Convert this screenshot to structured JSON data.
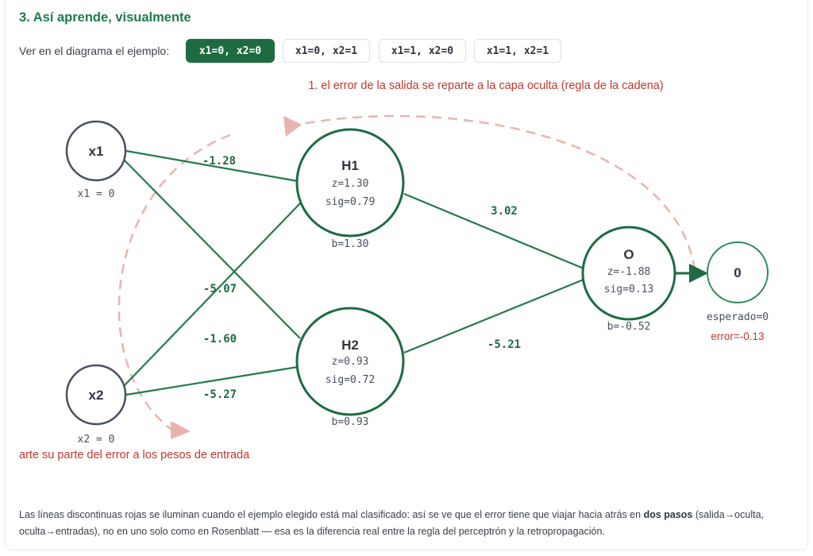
{
  "title": "3. Así aprende, visualmente",
  "selector": {
    "label": "Ver en el diagrama el ejemplo:",
    "examples": [
      "x1=0, x2=0",
      "x1=0, x2=1",
      "x1=1, x2=0",
      "x1=1, x2=1"
    ],
    "active_index": 0
  },
  "annotations": {
    "top": "1. el error de la salida se reparte a la capa oculta (regla de la cadena)",
    "bottom": "arte su parte del error a los pesos de entrada"
  },
  "nodes": {
    "x1": {
      "label": "x1",
      "value": "x1 = 0"
    },
    "x2": {
      "label": "x2",
      "value": "x2 = 0"
    },
    "h1": {
      "label": "H1",
      "z": "z=1.30",
      "sig": "sig=0.79",
      "bias": "b=1.30"
    },
    "h2": {
      "label": "H2",
      "z": "z=0.93",
      "sig": "sig=0.72",
      "bias": "b=0.93"
    },
    "o": {
      "label": "O",
      "z": "z=-1.88",
      "sig": "sig=0.13",
      "bias": "b=-0.52"
    },
    "target": {
      "label": "0",
      "expected": "esperado=0",
      "error": "error=-0.13"
    }
  },
  "weights": {
    "x1_h1": "-1.28",
    "x2_h1": "-5.07",
    "x1_h2": "-1.60",
    "x2_h2": "-5.27",
    "h1_o": "3.02",
    "h2_o": "-5.21"
  },
  "colors": {
    "accent": "#1e6b42",
    "edge": "#237a4b",
    "input_ring": "#4a5060",
    "error": "#c0392b",
    "dashed": "#eab3ad"
  },
  "footer": {
    "part1": "Las líneas discontinuas rojas se iluminan cuando el ejemplo elegido está mal clasificado: así se ve que el error tiene que viajar hacia atrás en ",
    "bold": "dos pasos",
    "part2": " (salida→oculta, oculta→entradas), no en uno solo como en Rosenblatt — esa es la diferencia real entre la regla del perceptrón y la retropropagación."
  }
}
